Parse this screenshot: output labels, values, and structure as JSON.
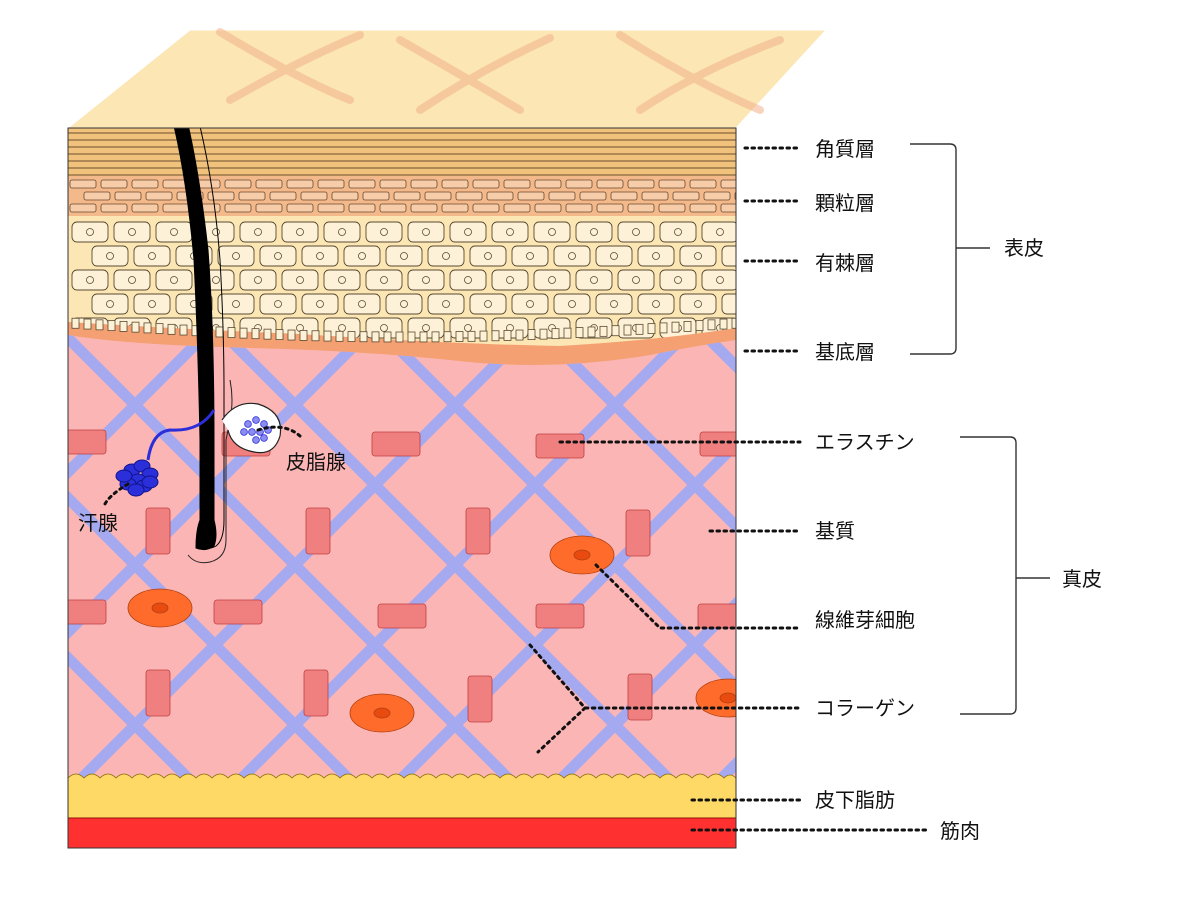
{
  "diagram": {
    "title": "",
    "layers": {
      "stratum_corneum": "角質層",
      "stratum_granulosum": "顆粒層",
      "stratum_spinosum": "有棘層",
      "stratum_basale": "基底層",
      "elastin": "エラスチン",
      "ground_substance": "基質",
      "fibroblast": "線維芽細胞",
      "collagen": "コラーゲン",
      "subcutaneous_fat": "皮下脂肪",
      "muscle": "筋肉"
    },
    "groups": {
      "epidermis": "表皮",
      "dermis": "真皮"
    },
    "structures": {
      "sebaceous_gland": "皮脂腺",
      "sweat_gland": "汗腺"
    },
    "colors": {
      "surface": "#fbe6b4",
      "corneum": "#f0c27c",
      "granulosum": "#f3b98a",
      "spinosum": "#fbe6b4",
      "basale": "#f4a072",
      "dermis": "#fbb5b5",
      "collagen": "#a4a9f0",
      "elastin": "#f08080",
      "fibroblast": "#ff6b2b",
      "fat": "#ffd966",
      "muscle": "#ff3030",
      "hair": "#000000",
      "gland": "#2b2fd9"
    }
  }
}
